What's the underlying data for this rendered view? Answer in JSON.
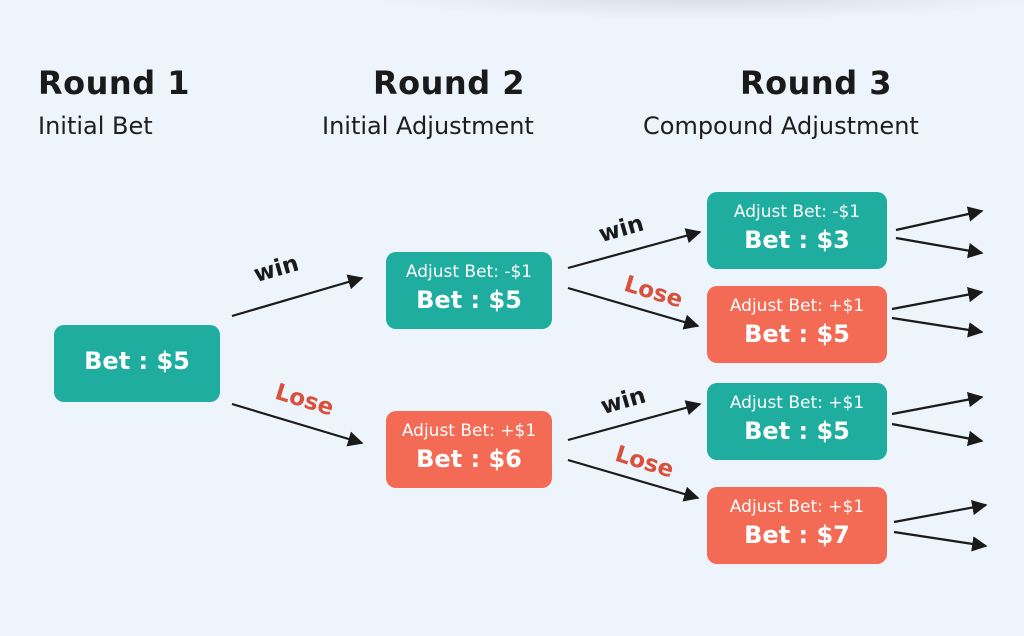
{
  "rounds": [
    {
      "title": "Round 1",
      "subtitle": "Initial Bet"
    },
    {
      "title": "Round 2",
      "subtitle": "Initial Adjustment"
    },
    {
      "title": "Round 3",
      "subtitle": "Compound Adjustment"
    }
  ],
  "nodes": {
    "root": {
      "bet": "Bet : $5",
      "color": "#1fada0"
    },
    "r2_win": {
      "adjust": "Adjust Bet: -$1",
      "bet": "Bet : $5",
      "color": "#1fada0"
    },
    "r2_lose": {
      "adjust": "Adjust Bet: +$1",
      "bet": "Bet : $6",
      "color": "#f36b55"
    },
    "r3_ww": {
      "adjust": "Adjust Bet: -$1",
      "bet": "Bet : $3",
      "color": "#1fada0"
    },
    "r3_wl": {
      "adjust": "Adjust Bet: +$1",
      "bet": "Bet : $5",
      "color": "#f36b55"
    },
    "r3_lw": {
      "adjust": "Adjust Bet: +$1",
      "bet": "Bet : $5",
      "color": "#1fada0"
    },
    "r3_ll": {
      "adjust": "Adjust Bet: +$1",
      "bet": "Bet : $7",
      "color": "#f36b55"
    }
  },
  "edge_labels": {
    "win": "win",
    "lose": "Lose"
  },
  "colors": {
    "teal": "#1fada0",
    "coral": "#f36b55",
    "lose_text": "#d9503c",
    "background": "#eef4fb"
  }
}
